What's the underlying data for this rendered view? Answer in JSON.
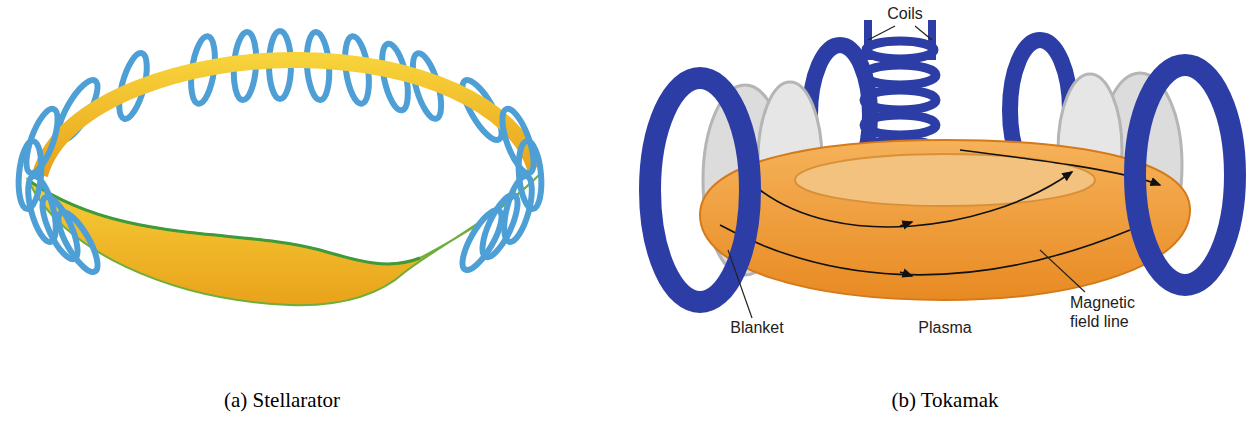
{
  "diagram": {
    "labels": [
      "Coils",
      "Blanket",
      "Plasma",
      "Magnetic field line",
      "(a) Stellarator",
      "(b) Tokamak"
    ]
  }
}
